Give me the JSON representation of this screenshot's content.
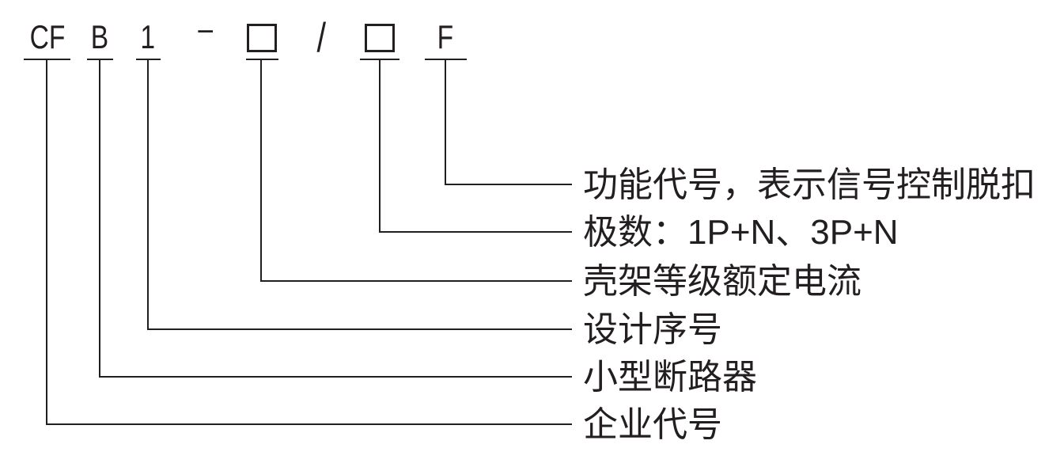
{
  "colors": {
    "ink": "#231f20",
    "background": "#ffffff"
  },
  "model_code": {
    "company_code": "CF",
    "breaker_type_code": "B",
    "design_serial": "1",
    "dash": "–",
    "frame_current_placeholder": "□",
    "slash": "/",
    "poles_placeholder": "□",
    "function_code": "F"
  },
  "labels": [
    {
      "id": "function-code",
      "text": "功能代号，表示信号控制脱扣"
    },
    {
      "id": "poles",
      "text": "极数：1P+N、3P+N"
    },
    {
      "id": "frame-current",
      "text": "壳架等级额定电流"
    },
    {
      "id": "design-serial",
      "text": "设计序号"
    },
    {
      "id": "breaker-type",
      "text": "小型断路器"
    },
    {
      "id": "company-code",
      "text": "企业代号"
    }
  ]
}
